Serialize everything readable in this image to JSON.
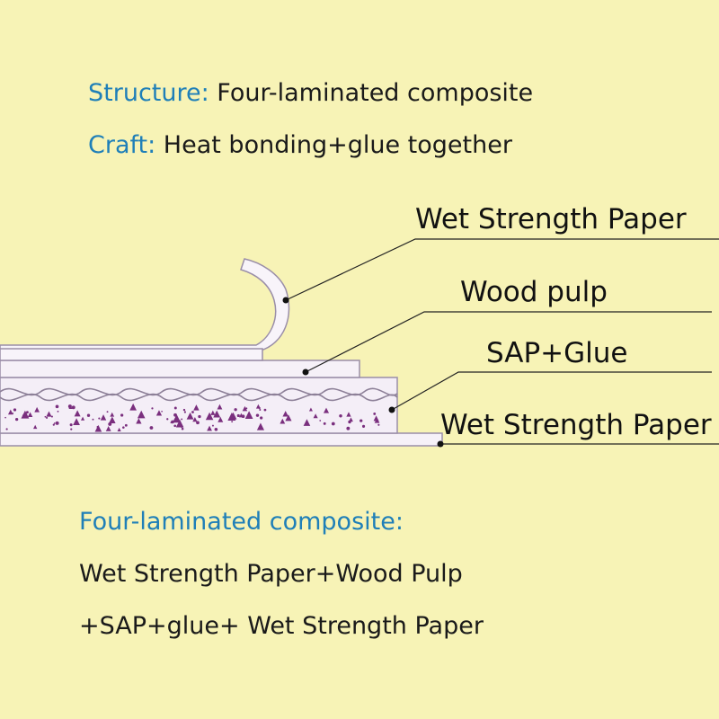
{
  "header": {
    "structure_label": "Structure:",
    "structure_value": " Four-laminated composite",
    "craft_label": "Craft:",
    "craft_value": "  Heat bonding+glue together"
  },
  "callouts": {
    "top_paper": "Wet Strength Paper",
    "wood_pulp": "Wood pulp",
    "sap_glue": "SAP+Glue",
    "bottom_paper": "Wet Strength Paper"
  },
  "summary": {
    "title": "Four-laminated composite:",
    "line1": "Wet Strength Paper+Wood Pulp",
    "line2": "+SAP+glue+ Wet Strength Paper"
  },
  "colors": {
    "background": "#f7f3b6",
    "accent": "#1f7fb8",
    "layer_fill": "#f4eef7",
    "layer_edge": "#9a8ea8",
    "particle": "#7a2f7e"
  }
}
